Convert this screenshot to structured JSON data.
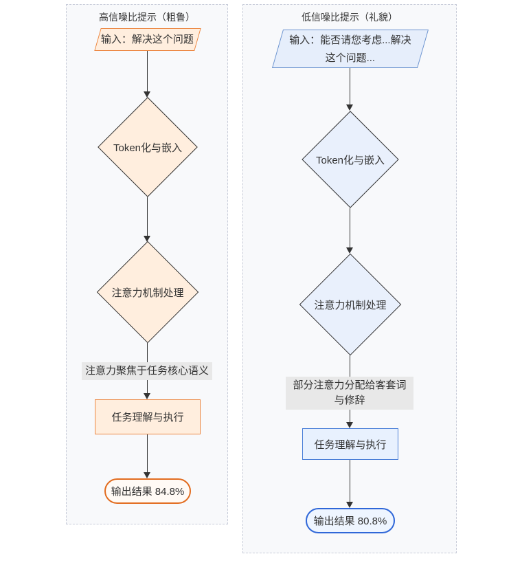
{
  "colors": {
    "text": "#333333",
    "arrow": "#333333",
    "container_bg": "#f8f9fb",
    "container_border": "#c7cbd8",
    "label_bg": "#e8e8e8",
    "left_fill": "#ffeede",
    "left_stroke": "#ec8843",
    "left_strong": "#e26c1f",
    "left_out_fill": "#fffaf5",
    "right_para_fill": "#e6eefb",
    "right_para_stroke": "#6b93cf",
    "right_diamond_fill": "#e9f0fc",
    "right_diamond_stroke": "#97afdc",
    "right_rect_fill": "#e8f1fe",
    "right_rect_stroke": "#4a7fd8",
    "right_out_fill": "#eef5ff",
    "right_strong": "#2f67d8"
  },
  "left": {
    "title": "高信噪比提示（粗鲁）",
    "input": "输入：解决这个问题",
    "step1": "Token化与嵌入",
    "step2": "注意力机制处理",
    "edge_label": "注意力聚焦于任务核心语义",
    "step3": "任务理解与执行",
    "output": "输出结果 84.8%"
  },
  "right": {
    "title": "低信噪比提示（礼貌）",
    "input": "输入：能否请您考虑...解决这个问题...",
    "step1": "Token化与嵌入",
    "step2": "注意力机制处理",
    "edge_label": "部分注意力分配给客套词与修辞",
    "step3": "任务理解与执行",
    "output": "输出结果 80.8%"
  }
}
